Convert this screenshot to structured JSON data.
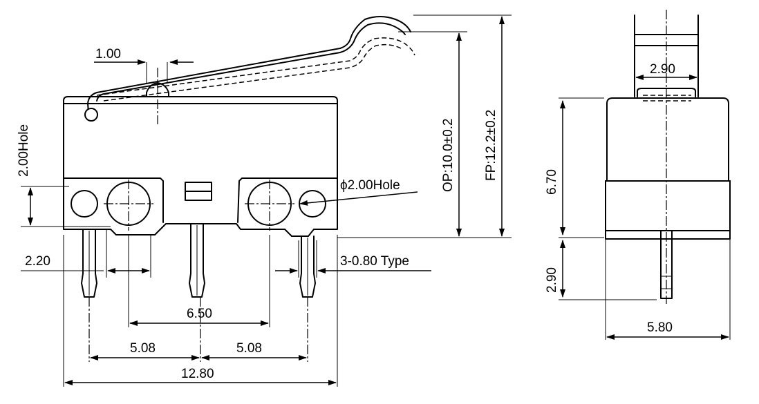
{
  "diagram": {
    "lever_thickness": "1.00",
    "mount_hole": "2.00Hole",
    "pin_hole": "ϕ2.00Hole",
    "op_height": "OP:10.0±0.2",
    "fp_height": "FP:12.2±0.2",
    "terminal_offset": "2.20",
    "terminal_note": "3-0.80 Type",
    "hole_spacing": "6.50",
    "pitch_left": "5.08",
    "pitch_right": "5.08",
    "body_length": "12.80",
    "actuator_width": "2.90",
    "body_height": "6.70",
    "terminal_length": "2.90",
    "body_width": "5.80"
  }
}
